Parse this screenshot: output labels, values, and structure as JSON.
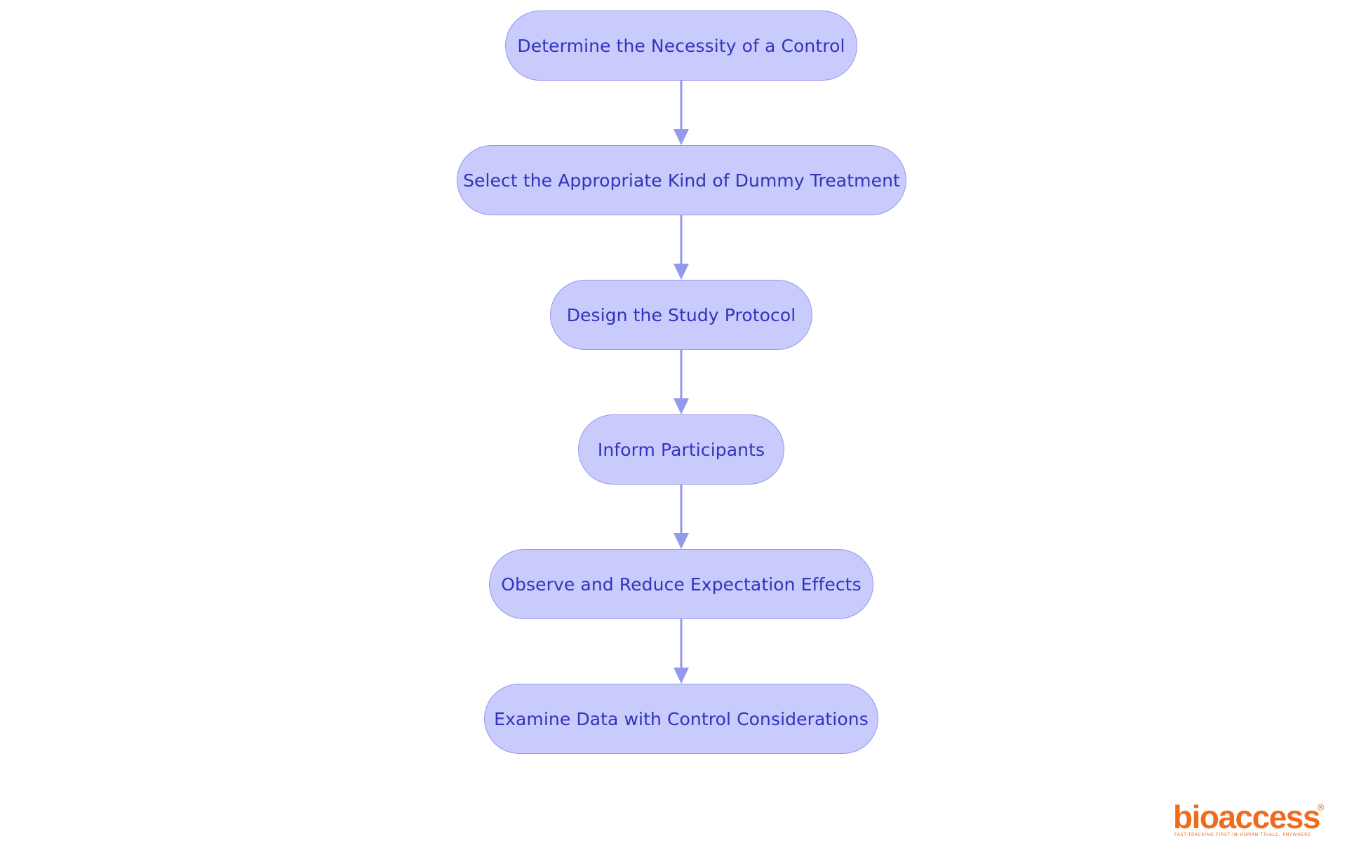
{
  "diagram": {
    "type": "flowchart",
    "direction": "top-to-bottom",
    "nodes": [
      {
        "id": "n1",
        "label": "Determine the Necessity of a Control"
      },
      {
        "id": "n2",
        "label": "Select the Appropriate Kind of Dummy Treatment"
      },
      {
        "id": "n3",
        "label": "Design the Study Protocol"
      },
      {
        "id": "n4",
        "label": "Inform Participants"
      },
      {
        "id": "n5",
        "label": "Observe and Reduce Expectation Effects"
      },
      {
        "id": "n6",
        "label": "Examine Data with Control Considerations"
      }
    ],
    "edges": [
      {
        "from": "n1",
        "to": "n2"
      },
      {
        "from": "n2",
        "to": "n3"
      },
      {
        "from": "n3",
        "to": "n4"
      },
      {
        "from": "n4",
        "to": "n5"
      },
      {
        "from": "n5",
        "to": "n6"
      }
    ]
  },
  "logo": {
    "wordmark": "bioaccess",
    "registered_mark": "®",
    "tagline": "FAST-TRACKING FIRST-IN-HUMAN TRIALS, ANYWHERE"
  },
  "colors": {
    "node_fill": "#c8cbfc",
    "node_border": "#9599ec",
    "node_text": "#3333bb",
    "arrow": "#9599ec",
    "logo": "#f26a1b",
    "background": "#ffffff"
  }
}
